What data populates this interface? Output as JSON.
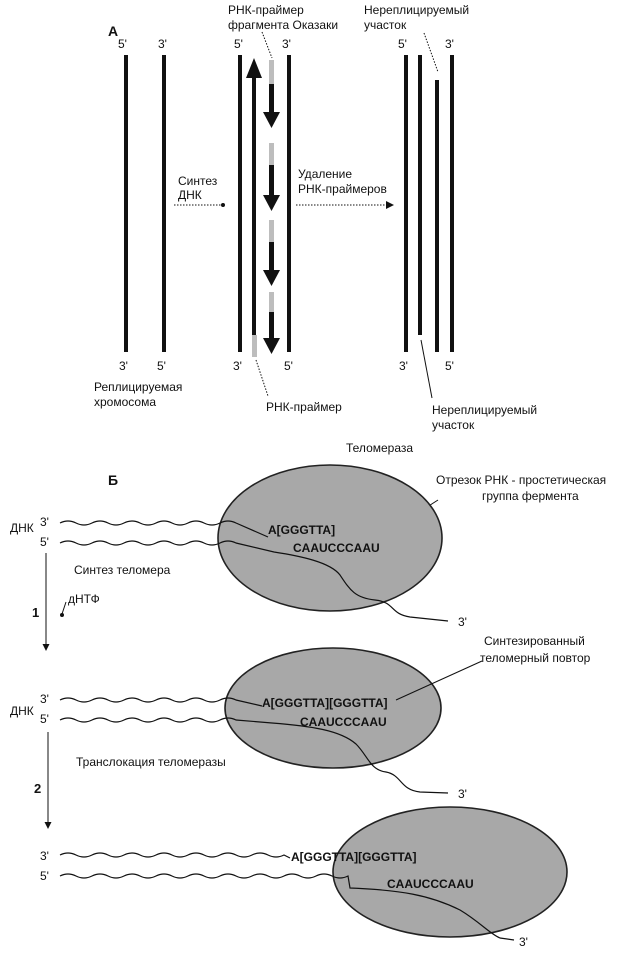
{
  "panel_a": {
    "letter": "А",
    "left_chromosome": {
      "top_left": "5'",
      "top_right": "3'",
      "bottom_left": "3'",
      "bottom_right": "5'",
      "caption_line1": "Реплицируемая",
      "caption_line2": "хромосома"
    },
    "step1_line1": "Синтез",
    "step1_line2": "ДНК",
    "middle": {
      "primer_okazaki_line1": "РНК-праймер",
      "primer_okazaki_line2": "фрагмента Оказаки",
      "top_left": "5'",
      "top_right": "3'",
      "bottom_left": "3'",
      "bottom_right": "5'",
      "rna_primer": "РНК-праймер"
    },
    "step2_line1": "Удаление",
    "step2_line2": "РНК-праймеров",
    "right": {
      "unreplicated_top_line1": "Нереплицируемый",
      "unreplicated_top_line2": "участок",
      "top_left": "5'",
      "top_right": "3'",
      "bottom_left": "3'",
      "bottom_right": "5'",
      "unreplicated_bottom_line1": "Нереплицируемый",
      "unreplicated_bottom_line2": "участок"
    }
  },
  "panel_b": {
    "letter": "Б",
    "telomerase": "Теломераза",
    "rna_segment_line1": "Отрезок РНК - простетическая",
    "rna_segment_line2": "группа фермента",
    "dna": "ДНК",
    "three_prime": "3'",
    "five_prime": "5'",
    "stage1": {
      "template": "CAAUCCCAAU",
      "synthesized": "A[GGGTTA]",
      "step_number": "1",
      "step_label": "Синтез теломера",
      "dntp": "дНТФ"
    },
    "stage2": {
      "template": "CAAUCCCAAU",
      "synthesized": "A[GGGTTA][GGGTTA]",
      "repeat_line1": "Синтезированный",
      "repeat_line2": "теломерный повтор",
      "step_number": "2",
      "step_label": "Транслокация теломеразы"
    },
    "stage3": {
      "template": "CAAUCCCAAU",
      "synthesized": "A[GGGTTA][GGGTTA]"
    }
  }
}
